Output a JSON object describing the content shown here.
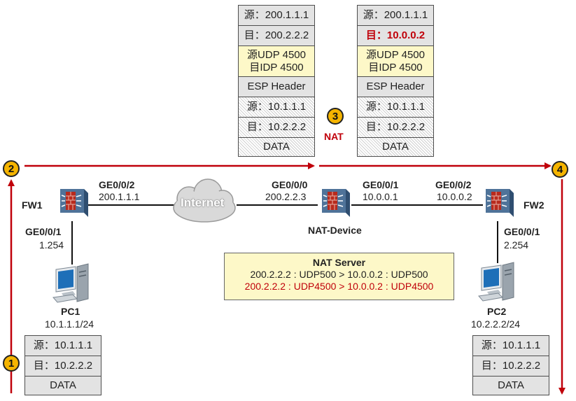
{
  "colors": {
    "flow_arrow": "#c0000a",
    "step_badge": "#f5b400",
    "highlight_text": "#c0000a"
  },
  "packets": {
    "left": [
      {
        "text": "源：200.1.1.1",
        "style": "grey"
      },
      {
        "text": "目：200.2.2.2",
        "style": "grey"
      },
      {
        "text": "源UDP 4500\n目IDP 4500",
        "style": "yellow"
      },
      {
        "text": "ESP Header",
        "style": "grey"
      },
      {
        "text": "源：10.1.1.1",
        "style": "hatch"
      },
      {
        "text": "目：10.2.2.2",
        "style": "hatch"
      },
      {
        "text": "DATA",
        "style": "hatch"
      }
    ],
    "right": [
      {
        "text": "源：200.1.1.1",
        "style": "grey"
      },
      {
        "text": "目：10.0.0.2",
        "style": "red"
      },
      {
        "text": "源UDP 4500\n目IDP 4500",
        "style": "yellow"
      },
      {
        "text": "ESP Header",
        "style": "grey"
      },
      {
        "text": "源：10.1.1.1",
        "style": "hatch"
      },
      {
        "text": "目：10.2.2.2",
        "style": "hatch"
      },
      {
        "text": "DATA",
        "style": "hatch"
      }
    ],
    "pc1": [
      {
        "text": "源：10.1.1.1",
        "style": "grey"
      },
      {
        "text": "目：10.2.2.2",
        "style": "grey"
      },
      {
        "text": "DATA",
        "style": "grey"
      }
    ],
    "pc2": [
      {
        "text": "源：10.1.1.1",
        "style": "grey"
      },
      {
        "text": "目：10.2.2.2",
        "style": "grey"
      },
      {
        "text": "DATA",
        "style": "grey"
      }
    ]
  },
  "steps": [
    "1",
    "2",
    "3",
    "4"
  ],
  "nat_label": "NAT",
  "devices": {
    "fw1": {
      "name": "FW1",
      "port_up": "GE0/0/2",
      "ip_up": "200.1.1.1",
      "port_down": "GE0/0/1",
      "ip_down": "1.254"
    },
    "internet": "Internet",
    "nat": {
      "name": "NAT-Device",
      "port_left": "GE0/0/0",
      "ip_left": "200.2.2.3",
      "port_right": "GE0/0/1",
      "ip_right": "10.0.0.1"
    },
    "fw2": {
      "name": "FW2",
      "port_up": "GE0/0/2",
      "ip_up": "10.0.0.2",
      "port_down": "GE0/0/1",
      "ip_down": "2.254"
    },
    "pc1": {
      "name": "PC1",
      "ip": "10.1.1.1/24"
    },
    "pc2": {
      "name": "PC2",
      "ip": "10.2.2.2/24"
    }
  },
  "nat_server": {
    "title": "NAT Server",
    "rule1": "200.2.2.2 : UDP500  > 10.0.0.2 : UDP500",
    "rule2": "200.2.2.2 : UDP4500  > 10.0.0.2 : UDP4500"
  }
}
